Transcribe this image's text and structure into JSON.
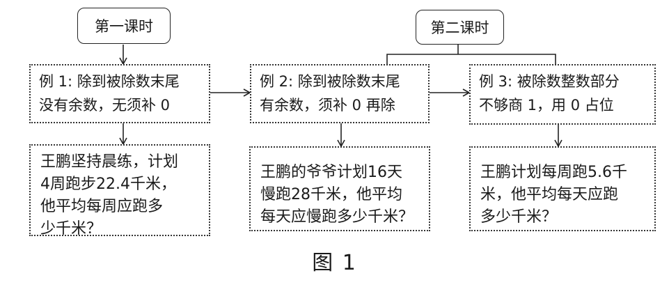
{
  "lessons": {
    "first": "第一课时",
    "second": "第二课时"
  },
  "examples": [
    {
      "line1": "例 1: 除到被除数末尾",
      "line2": "没有余数，无须补 0"
    },
    {
      "line1": "例 2: 除到被除数末尾",
      "line2": "有余数，须补 0 再除"
    },
    {
      "line1": "例 3: 被除数整数部分",
      "line2": "不够商 1，用 0 占位"
    }
  ],
  "problems": [
    {
      "lines": [
        "王鹏坚持晨练，计划",
        "4周跑步22.4千米，",
        "他平均每周应跑多",
        "少千米？"
      ]
    },
    {
      "lines": [
        "王鹏的爷爷计划16天",
        "慢跑28千米，他平均",
        "每天应慢跑多少千米？"
      ]
    },
    {
      "lines": [
        "王鹏计划每周跑5.6千",
        "米，他平均每天应跑",
        "多少千米？"
      ]
    }
  ],
  "caption": "图 1"
}
